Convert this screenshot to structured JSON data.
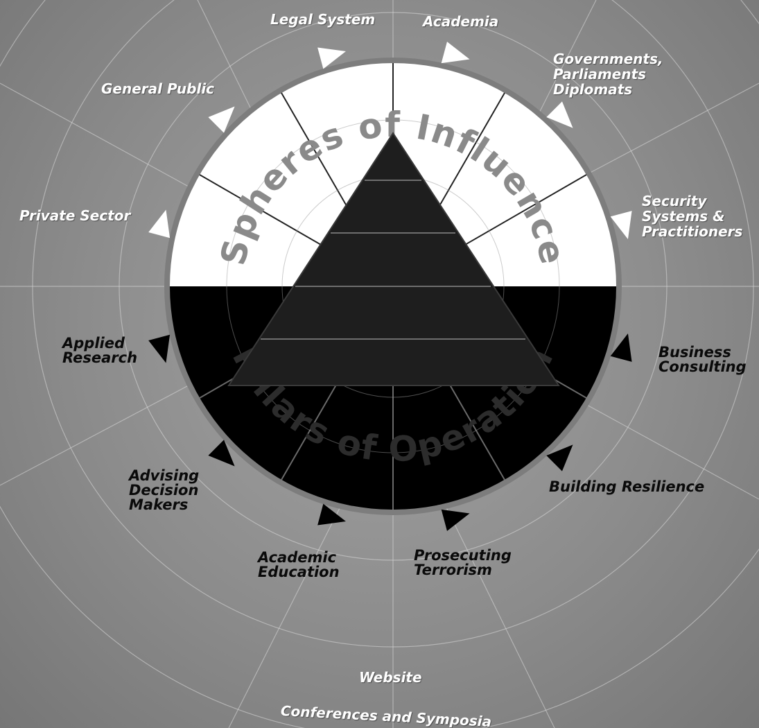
{
  "diagram": {
    "upper_arc_title": "Spheres of Influence",
    "lower_arc_title": "Pillars of Operation",
    "spheres_of_influence": [
      "Legal System",
      "Academia",
      [
        "Governments,",
        "Parliaments",
        "Diplomats"
      ],
      [
        "Security",
        "Systems &",
        "Practitioners"
      ],
      "General Public",
      "Private Sector"
    ],
    "pillars_of_operation": [
      [
        "Applied",
        "Research"
      ],
      [
        "Business",
        "Consulting"
      ],
      [
        "Advising",
        "Decision",
        "Makers"
      ],
      "Building Resilience",
      [
        "Academic",
        "Education"
      ],
      [
        "Prosecuting",
        "Terrorism"
      ]
    ],
    "outreach": [
      "Website",
      "Conferences and Symposia"
    ],
    "colors": {
      "background": "#8f8f8f",
      "upper_half": "#ffffff",
      "lower_half": "#000000",
      "pyramid": "#1e1e1e",
      "upper_title": "#8a8a8a",
      "lower_title": "#2c2c2c",
      "arrow_light": "#ffffff",
      "arrow_dark": "#000000"
    },
    "icons": [
      "triangle-arrow-icon"
    ]
  }
}
